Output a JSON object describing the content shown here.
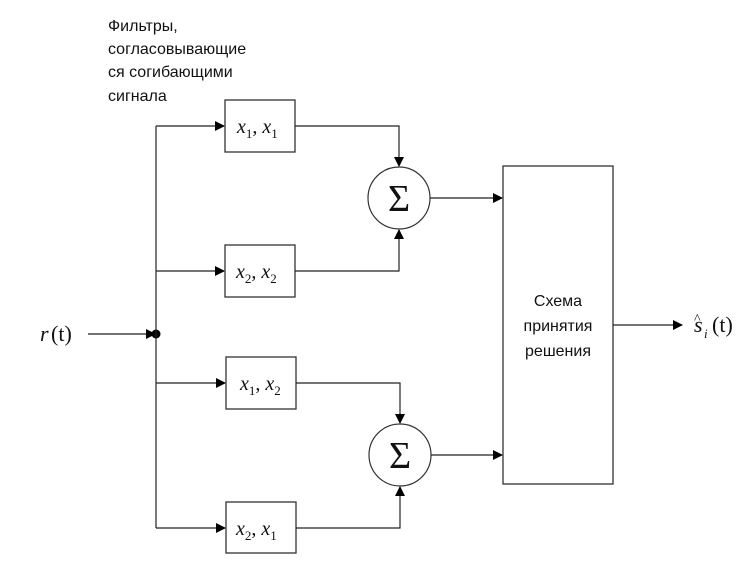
{
  "diagram": {
    "caption_lines": [
      "Фильтры,",
      "согласовывающие",
      "ся согибающими",
      "сигнала"
    ],
    "input": {
      "symbol": "r",
      "arg": "(t)"
    },
    "filters": [
      {
        "name": "filter-x1-x1",
        "a": "x",
        "a_sub": "1",
        "b": "x",
        "b_sub": "1"
      },
      {
        "name": "filter-x2-x2",
        "a": "x",
        "a_sub": "2",
        "b": "x",
        "b_sub": "2"
      },
      {
        "name": "filter-x1-x2",
        "a": "x",
        "a_sub": "1",
        "b": "x",
        "b_sub": "2"
      },
      {
        "name": "filter-x2-x1",
        "a": "x",
        "a_sub": "2",
        "b": "x",
        "b_sub": "1"
      }
    ],
    "summers": [
      {
        "symbol": "Σ"
      },
      {
        "symbol": "Σ"
      }
    ],
    "decision_block": {
      "lines": [
        "Схема",
        "принятия",
        "решения"
      ]
    },
    "output": {
      "hat": "^",
      "symbol": "s",
      "sub": "i",
      "arg": "(t)"
    }
  }
}
